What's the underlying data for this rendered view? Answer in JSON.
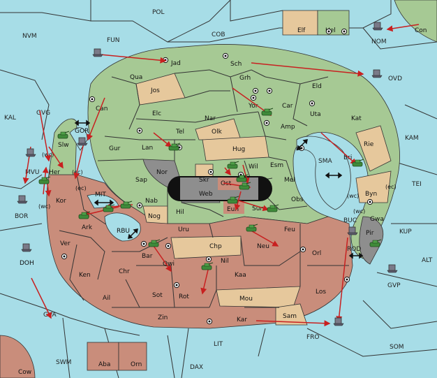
{
  "colors": {
    "sea": "#a7dde7",
    "green": "#a6c994",
    "tan": "#e6c89c",
    "brown": "#c98d7b",
    "dark": "#8e8e8e",
    "black": "#111111",
    "order": "#c82020"
  },
  "regions": {
    "pol": "POL",
    "nvm": "NVM",
    "fun": "FUN",
    "cob": "COB",
    "con": "Con",
    "elf": "Elf",
    "hel": "Hel",
    "nom": "NOM",
    "jad": "Jad",
    "sch": "Sch",
    "ovd": "OVD",
    "kal": "KAL",
    "gvg": "GVG",
    "qua": "Qua",
    "jos": "Jos",
    "grh": "Grh",
    "eld": "Eld",
    "can": "Can",
    "gor": "GOR",
    "elc": "Elc",
    "nar": "Nar",
    "yor": "Yor",
    "car": "Car",
    "uta": "Uta",
    "kat": "Kat",
    "kam": "KAM",
    "tel": "Tel",
    "olk": "Olk",
    "amp": "Amp",
    "rie": "Rie",
    "slw": "Slw",
    "gur": "Gur",
    "lan": "Lan",
    "hug": "Hug",
    "esm": "Esm",
    "sma": "SMA",
    "bri": "Bri",
    "mvu": "MVU",
    "her": "Her",
    "nor": "Nor",
    "skr": "Skr",
    "wil": "Wil",
    "mel": "Mel",
    "tei": "TEI",
    "sap": "Sap",
    "web": "Web",
    "ost": "Ost",
    "byn": "Byn",
    "bor": "BOR",
    "kor": "Kor",
    "mit": "MIT",
    "nab": "Nab",
    "hil": "Hil",
    "eun": "Eun",
    "sun": "Sun",
    "obs": "Obs",
    "gwa": "Gwa",
    "ark": "Ark",
    "rbu": "RBU",
    "nog": "Nog",
    "uru": "Uru",
    "feu": "Feu",
    "buc": "BUC",
    "kup": "KUP",
    "pir": "Pir",
    "ver": "Ver",
    "chp": "Chp",
    "neu": "Neu",
    "rod": "ROD",
    "bar": "Bar",
    "qwi": "Qwi",
    "nil": "Nil",
    "orl": "Orl",
    "alt": "ALT",
    "doh": "DOH",
    "ken": "Ken",
    "chr": "Chr",
    "kaa": "Kaa",
    "gvp": "GVP",
    "ail": "Ail",
    "sot": "Sot",
    "rot": "Rot",
    "mou": "Mou",
    "los": "Los",
    "gva": "GVA",
    "zin": "Zin",
    "kar": "Kar",
    "sam": "Sam",
    "fro": "FRO",
    "som": "SOM",
    "lit": "LIT",
    "swm": "SWM",
    "aba": "Aba",
    "orn": "Orn",
    "dax": "DAX",
    "cow": "Cow"
  },
  "coast_labels": [
    "(wc)",
    "(ec)",
    "(wc)",
    "(ec)",
    "(wc)",
    "(ec)",
    "(wc)"
  ],
  "unit_counts": {
    "armies": 17,
    "fleets": 10
  },
  "supply_centers": 25
}
